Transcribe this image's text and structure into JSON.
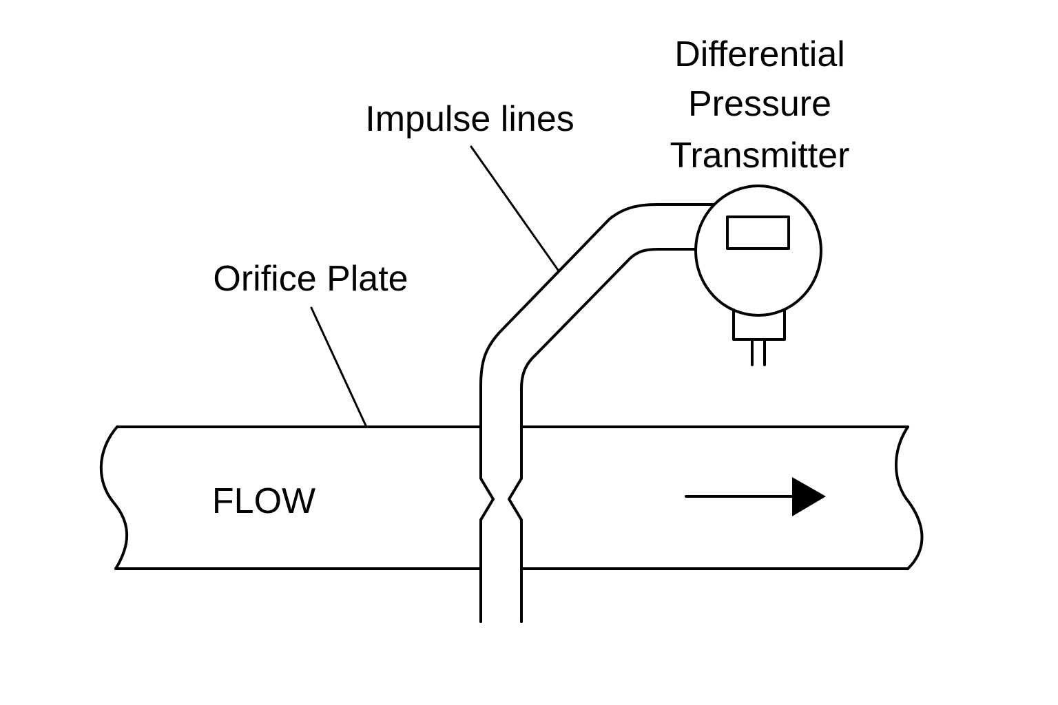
{
  "diagram": {
    "title": "Differential pressure flow measurement with orifice plate",
    "labels": {
      "transmitter_line1": "Differential",
      "transmitter_line2": "Pressure",
      "transmitter_line3": "Transmitter",
      "impulse_lines": "Impulse lines",
      "orifice_plate": "Orifice Plate",
      "flow": "FLOW"
    },
    "components": [
      "pipe",
      "orifice-plate",
      "impulse-lines",
      "differential-pressure-transmitter",
      "flow-arrow"
    ],
    "flow_direction": "left-to-right",
    "colors": {
      "stroke": "#000000",
      "background": "#ffffff"
    }
  }
}
